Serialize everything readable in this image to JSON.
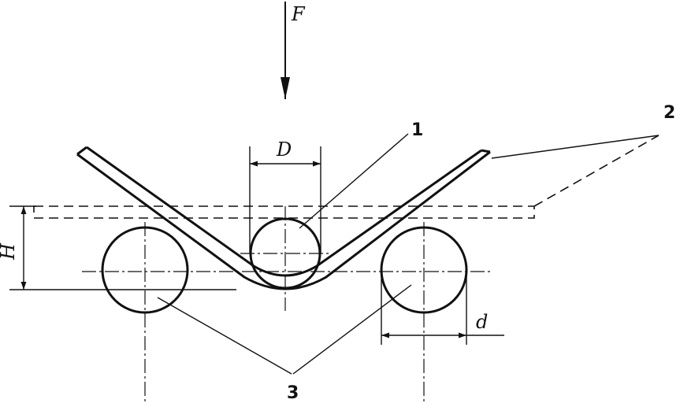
{
  "labels": {
    "force": "F",
    "mandrel_diameter": "D",
    "height": "H",
    "roller_diameter": "d",
    "part_1": "1",
    "part_2": "2",
    "part_3": "3"
  }
}
